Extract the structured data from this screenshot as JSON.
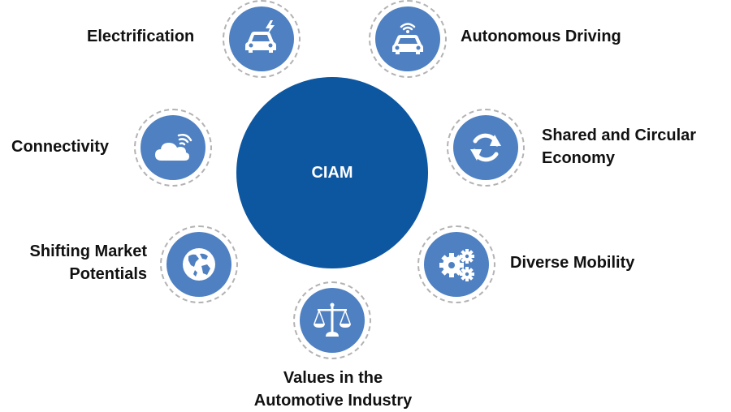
{
  "hub": {
    "label": "CIAM"
  },
  "items": {
    "electrification": {
      "label": "Electrification",
      "icon": "electric-car-icon"
    },
    "autonomous": {
      "label": "Autonomous Driving",
      "icon": "connected-car-icon"
    },
    "connectivity": {
      "label": "Connectivity",
      "icon": "cloud-wifi-icon"
    },
    "shared": {
      "line1": "Shared and Circular",
      "line2": "Economy",
      "icon": "refresh-cycle-icon"
    },
    "market": {
      "line1": "Shifting Market",
      "line2": "Potentials",
      "icon": "globe-icon"
    },
    "mobility": {
      "label": "Diverse Mobility",
      "icon": "gears-icon"
    },
    "values": {
      "line1": "Values in the",
      "line2": "Automotive Industry",
      "icon": "scales-icon"
    }
  },
  "colors": {
    "hub": "#0d56a0",
    "node": "#4e80c2",
    "ring": "#b3b3b3",
    "text": "#111111"
  }
}
